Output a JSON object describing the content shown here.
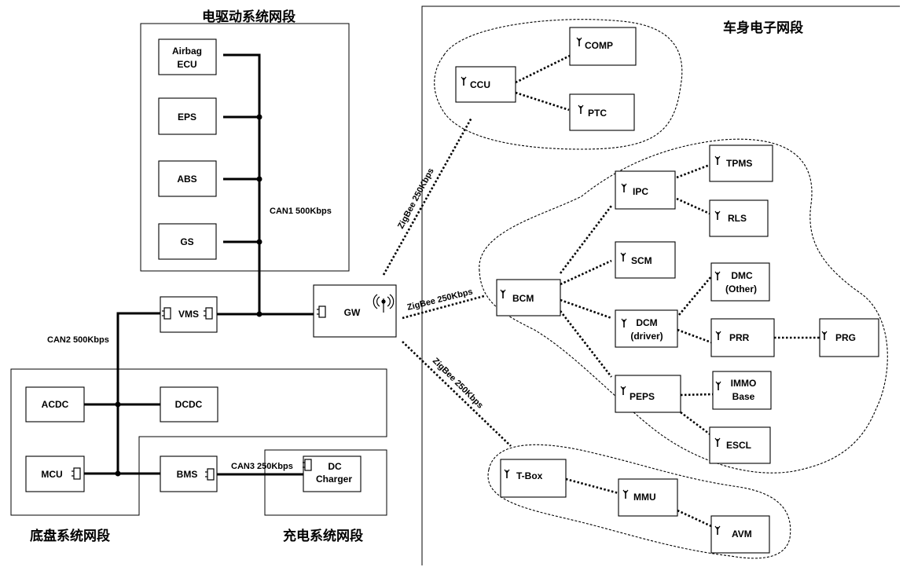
{
  "titles": {
    "powertrain": "电驱动系统网段",
    "body": "车身电子网段",
    "chassis": "底盘系统网段",
    "charging": "充电系统网段"
  },
  "bus_labels": {
    "can1": "CAN1 500Kbps",
    "can2": "CAN2 500Kbps",
    "can3": "CAN3 250Kbps",
    "zigbee_upper": "ZigBee 250Kbps",
    "zigbee_middle": "ZigBee 250Kbps",
    "zigbee_lower": "ZigBee 250Kbps"
  },
  "nodes": {
    "airbag_l1": "Airbag",
    "airbag_l2": "ECU",
    "eps": "EPS",
    "abs": "ABS",
    "gs": "GS",
    "vms": "VMS",
    "gw": "GW",
    "acdc": "ACDC",
    "dcdc": "DCDC",
    "mcu": "MCU",
    "bms": "BMS",
    "dc_charger_l1": "DC",
    "dc_charger_l2": "Charger",
    "ccu": "CCU",
    "comp": "COMP",
    "ptc": "PTC",
    "ipc": "IPC",
    "tpms": "TPMS",
    "rls": "RLS",
    "scm": "SCM",
    "bcm": "BCM",
    "dmc_l1": "DMC",
    "dmc_l2": "(Other)",
    "dcm_l1": "DCM",
    "dcm_l2": "(driver)",
    "prr": "PRR",
    "prg": "PRG",
    "peps": "PEPS",
    "immo_l1": "IMMO",
    "immo_l2": "Base",
    "escl": "ESCL",
    "tbox": "T-Box",
    "mmu": "MMU",
    "avm": "AVM"
  }
}
